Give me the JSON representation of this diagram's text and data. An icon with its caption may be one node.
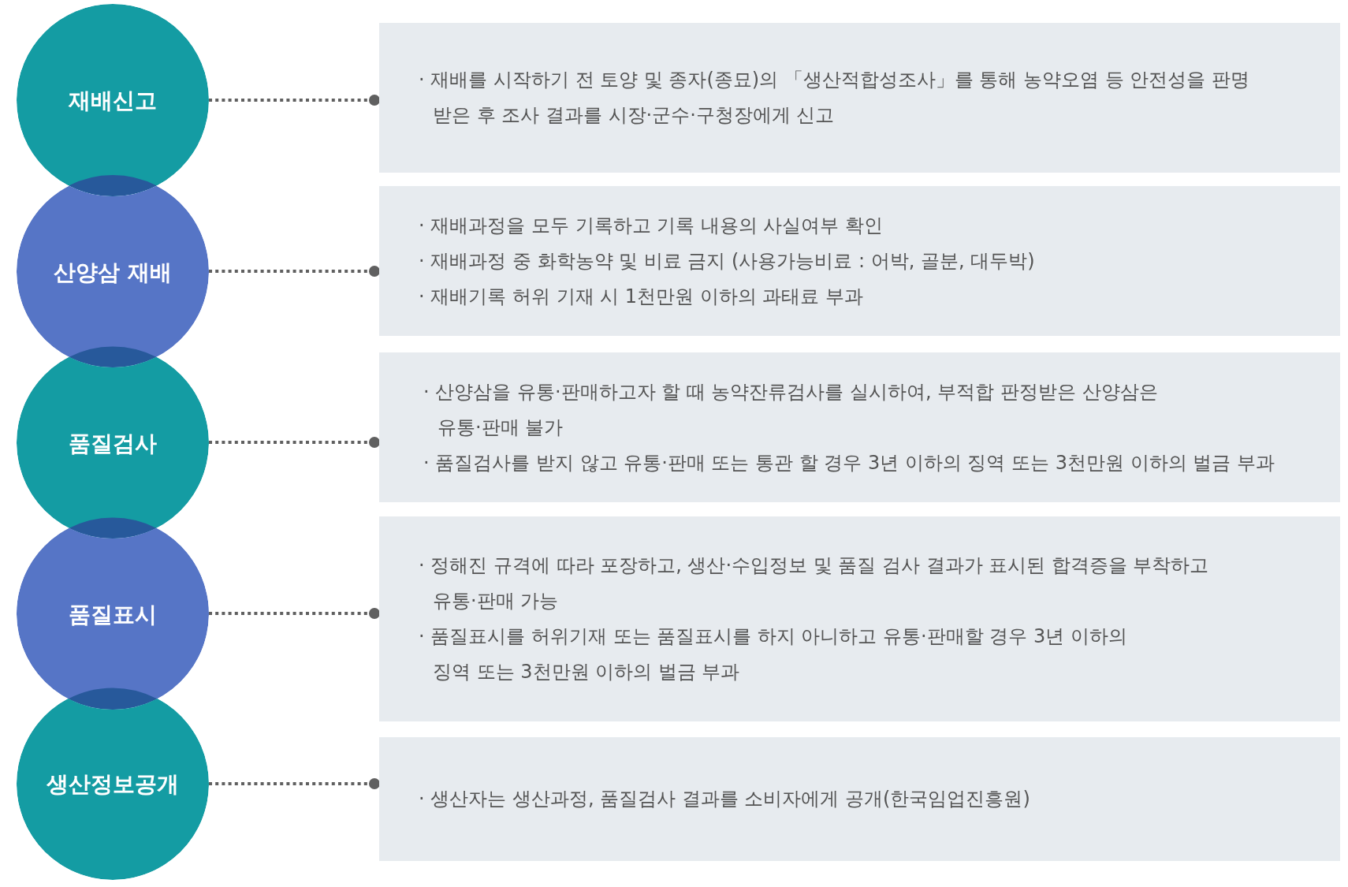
{
  "diagram": {
    "nodes": [
      {
        "text": [
          "재배신고"
        ]
      },
      {
        "text": [
          "산양삼 재배"
        ]
      },
      {
        "text": [
          "품질검사"
        ]
      },
      {
        "text": [
          "품질표시"
        ]
      },
      {
        "text": [
          "생산정보공개"
        ]
      },
      {
        "text": [
          "· 재배를 시작하기 전 토양 및 종자(종묘)의 「생산적합성조사」를 통해 농약오염 등 안전성을 판명 받은 후 조사 결과를 시장·군수·구청장에게 신고"
        ]
      },
      {
        "text": [
          "· 재배과정을 모두 기록하고 기록 내용의 사실여부 확인",
          "· 재배과정 중 화학농약 및 비료 금지 (사용가능비료 : 어박, 골분, 대두박)",
          "· 재배기록 허위 기재 시 1천만원 이하의 과태료 부과"
        ]
      },
      {
        "text": [
          "· 산양삼을 유통·판매하고자 할 때 농약잔류검사를 실시하여, 부적합 판정받은 산양삼은 유통·판매 불가",
          "· 품질검사를 받지 않고 유통·판매 또는 통관 할 경우 3년 이하의 징역 또는 3천만원 이하의 벌금 부과"
        ]
      },
      {
        "text": [
          "· 정해진 규격에 따라 포장하고, 생산·수입정보 및 품질 검사 결과가 표시된 합격증을 부착하고 유통·판매 가능",
          "· 품질표시를 허위기재 또는 품질표시를 하지 아니하고 유통·판매할 경우 3년 이하의 징역 또는 3천만원 이하의 벌금 부과"
        ]
      },
      {
        "text": [
          "· 생산자는 생산과정, 품질검사 결과를 소비자에게 공개(한국임업진흥원)"
        ]
      }
    ],
    "edges": [
      {
        "from": 0,
        "to": 5,
        "arrow": "other"
      },
      {
        "from": 1,
        "to": 6,
        "arrow": "other"
      },
      {
        "from": 2,
        "to": 7,
        "arrow": "other"
      },
      {
        "from": 3,
        "to": 8,
        "arrow": "other"
      },
      {
        "from": 4,
        "to": 9,
        "arrow": "other"
      }
    ]
  }
}
